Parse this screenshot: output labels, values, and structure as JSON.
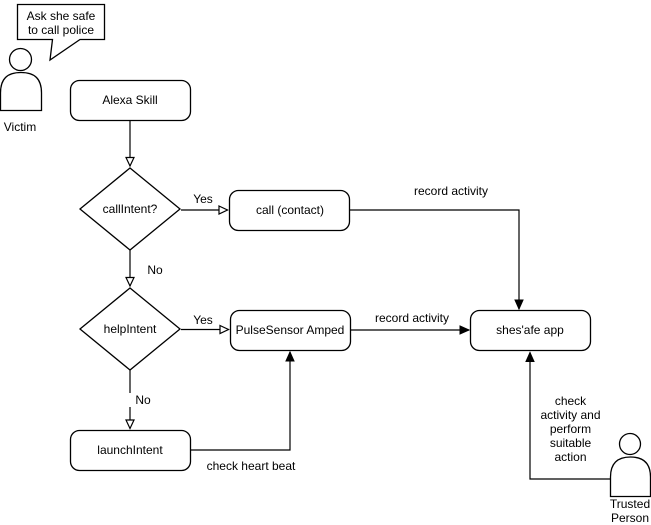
{
  "nodes": {
    "alexa_skill": "Alexa Skill",
    "call_intent": "callIntent?",
    "call_contact": "call (contact)",
    "help_intent": "helpIntent",
    "pulse_sensor": "PulseSensor Amped",
    "shesafe_app": "shes'afe app",
    "launch_intent": "launchIntent"
  },
  "edges": {
    "call_intent_yes": "Yes",
    "call_intent_no": "No",
    "help_intent_yes": "Yes",
    "help_intent_no": "No",
    "call_record_activity": "record activity",
    "pulse_record_activity": "record activity",
    "check_heart_beat": "check heart beat",
    "trusted_check_activity": "check activity and perform suitable action"
  },
  "actors": {
    "victim": {
      "name": "Victim",
      "speech_bubble": "Ask she safe to call police"
    },
    "trusted_person": {
      "name": "Trusted Person"
    }
  },
  "colors": {
    "stroke": "#000000",
    "node_fill": "#ffffff",
    "text": "#000000",
    "background": "#ffffff"
  }
}
